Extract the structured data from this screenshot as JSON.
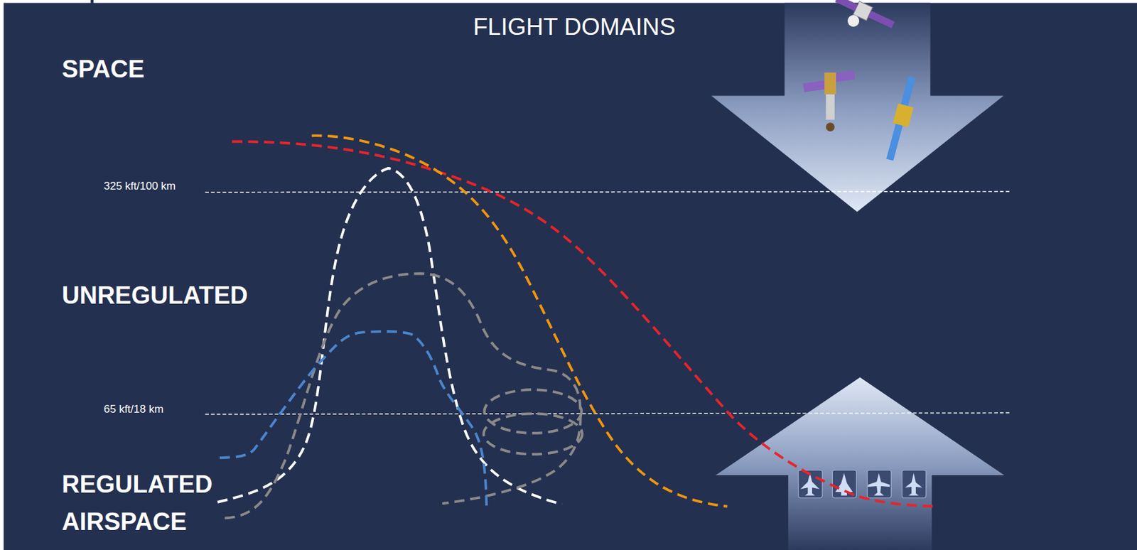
{
  "diagram": {
    "title": "FLIGHT DOMAINS",
    "labels": [
      "SPACE",
      "UNREGULATED",
      "REGULATED AIRSPACE",
      "325 kft/100 km",
      "65 kft/18 km"
    ]
  }
}
